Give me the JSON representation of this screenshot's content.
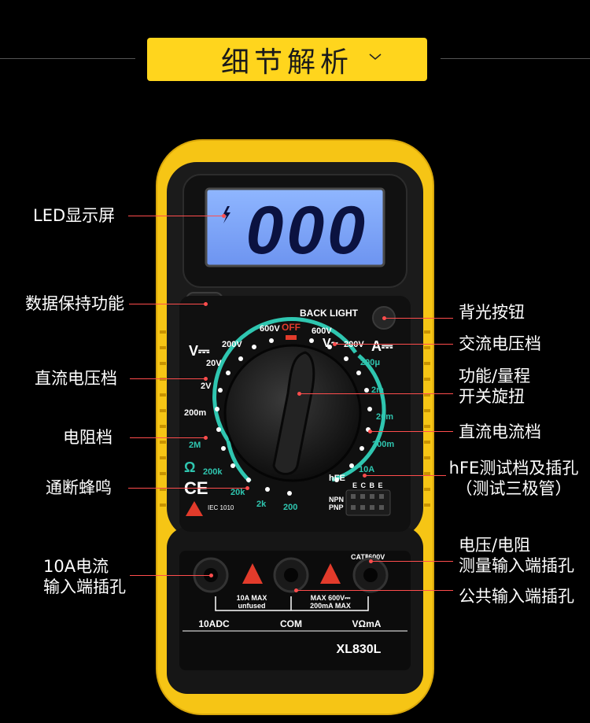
{
  "header": {
    "title": "细节解析"
  },
  "device": {
    "lcd_reading": "000",
    "backlight_label": "BACK LIGHT",
    "off_label": "OFF",
    "model": "XL830L",
    "cat_rating": "CATⅡ600V",
    "ranges": {
      "v600_left": "600V",
      "v600_right": "600V",
      "v200_left": "200V",
      "v200_right": "200V",
      "v20": "20V",
      "v2": "2V",
      "m200": "200m",
      "a200u": "200μ",
      "a2m": "2m",
      "a20m": "20m",
      "a200m": "200m",
      "a10": "10A",
      "hfe": "hFE",
      "r2m": "2M",
      "r200k": "200k",
      "r20k": "20k",
      "r2k": "2k",
      "r200": "200",
      "npn": "NPN",
      "pnp": "PNP",
      "ecbe": "E C B E"
    },
    "symbols": {
      "vdc": "V⎓",
      "vac": "V~",
      "adc": "A⎓",
      "ohm": "Ω",
      "ce": "CE",
      "iec": "IEC 1010"
    },
    "jacks": {
      "left_rating": [
        "10A MAX",
        "unfused"
      ],
      "right_rating": [
        "MAX 600V⎓",
        "200mA MAX"
      ],
      "labels": [
        "10ADC",
        "COM",
        "VΩmA"
      ]
    }
  },
  "callouts": {
    "led_display": "LED显示屏",
    "data_hold": "数据保持功能",
    "dc_voltage": "直流电压档",
    "resistance": "电阻档",
    "continuity": "通断蜂鸣",
    "input_10a": [
      "10A电流",
      "输入端插孔"
    ],
    "backlight_button": "背光按钮",
    "ac_voltage": "交流电压档",
    "function_switch": [
      "功能/量程",
      "开关旋扭"
    ],
    "dc_current": "直流电流档",
    "hfe_socket": [
      "hFE测试档及插孔",
      "（测试三极管）"
    ],
    "volt_ohm_input": [
      "电压/电阻",
      "测量输入端插孔"
    ],
    "common_input": "公共输入端插孔"
  }
}
